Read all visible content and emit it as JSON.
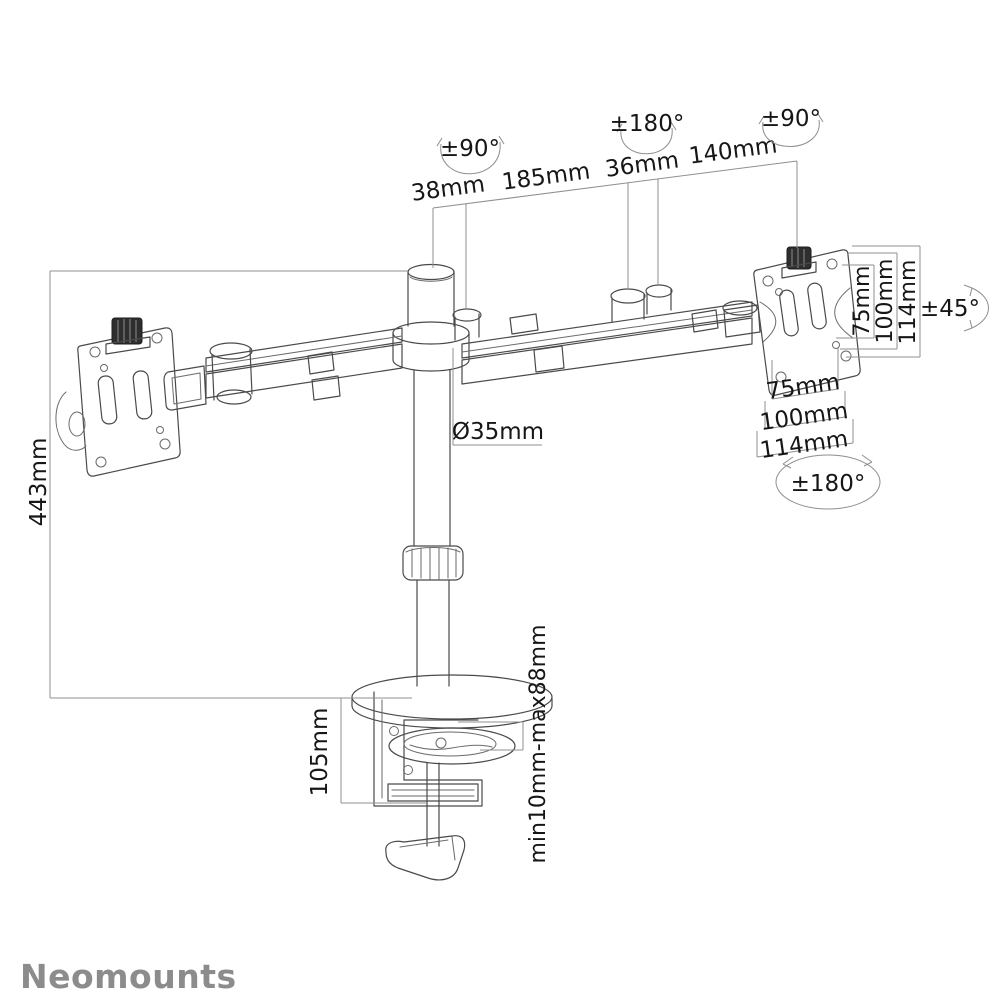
{
  "logo": {
    "text": "Neomounts",
    "color": "#8c8c8c"
  },
  "colors": {
    "background": "#ffffff",
    "structure_line": "#4a4a4a",
    "dimension_line": "#8f8f8f",
    "label_text": "#161616",
    "knob_fill": "#2e2e2e"
  },
  "diagram": {
    "arm": {
      "seg1": "38mm",
      "seg2": "185mm",
      "seg3": "36mm",
      "seg4": "140mm"
    },
    "rotation": {
      "pole_swivel": "±90°",
      "mid_swivel": "±180°",
      "head_swivel": "±90°",
      "tilt": "±45°",
      "vesa_rotate": "±180°"
    },
    "vesa": {
      "v75": "75mm",
      "v100": "100mm",
      "v114": "114mm",
      "h75": "75mm",
      "h100": "100mm",
      "h114": "114mm"
    },
    "pole": {
      "height": "443mm",
      "diameter": "Ø35mm"
    },
    "clamp": {
      "height": "105mm",
      "desk_range": "min10mm-max88mm"
    }
  }
}
